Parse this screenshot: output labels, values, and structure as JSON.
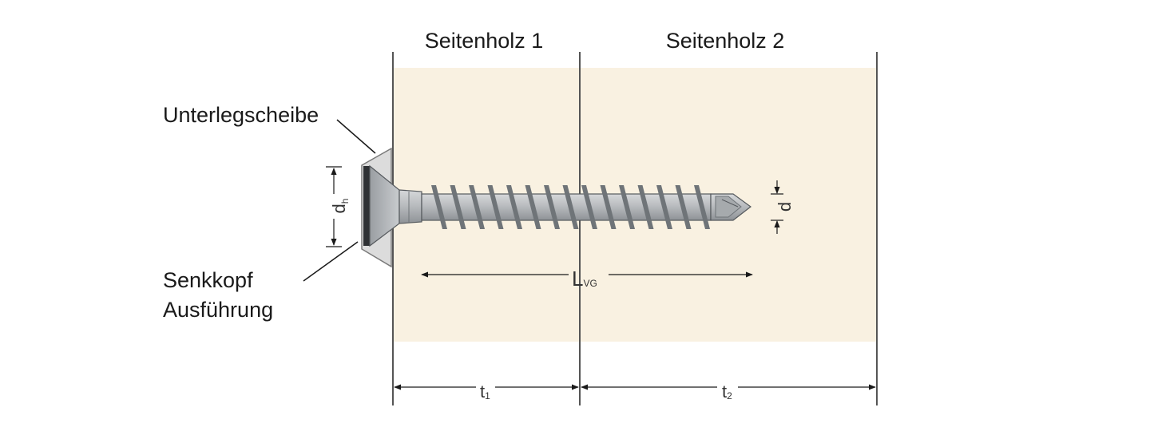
{
  "labels": {
    "side_wood_1": "Seitenholz 1",
    "side_wood_2": "Seitenholz 2",
    "washer": "Unterlegscheibe",
    "countersunk_line1": "Senkkopf",
    "countersunk_line2": "Ausführung"
  },
  "dimensions": {
    "head_diameter": {
      "main": "d",
      "sub": "h"
    },
    "shank_diameter": "d",
    "thread_length": {
      "main": "L",
      "sub": "VG"
    },
    "t1": {
      "main": "t",
      "sub": "1"
    },
    "t2": {
      "main": "t",
      "sub": "2"
    }
  },
  "colors": {
    "wood": "#f9f1e1",
    "frame_line": "#555555",
    "screw_body": "#b9bcbf",
    "screw_thread": "#6f7478",
    "washer": "#dcdcdc",
    "dim_line": "#1a1a1a"
  }
}
